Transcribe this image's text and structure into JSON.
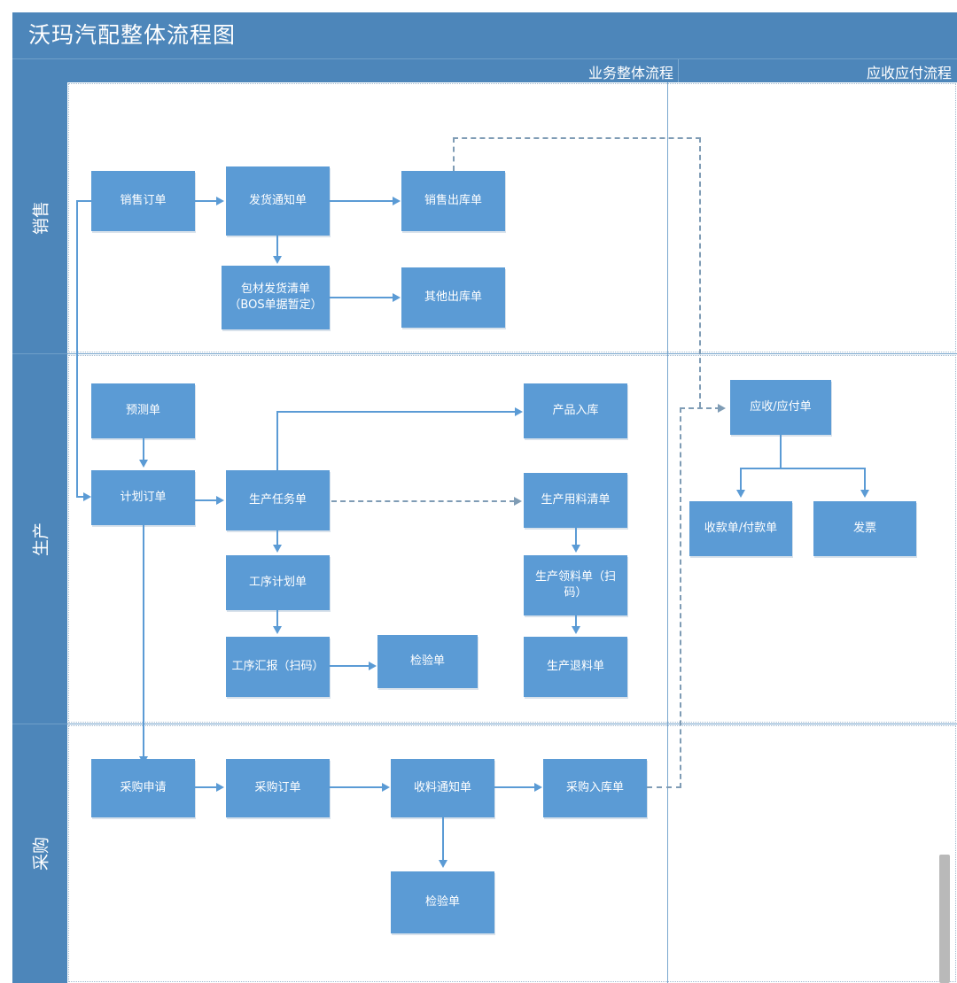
{
  "title": "沃玛汽配整体流程图",
  "columns": [
    {
      "id": "business",
      "label": "业务整体流程"
    },
    {
      "id": "ar_ap",
      "label": "应收应付流程"
    }
  ],
  "lanes": [
    {
      "id": "sales",
      "label": "销售"
    },
    {
      "id": "production",
      "label": "生产"
    },
    {
      "id": "purchase",
      "label": "采购"
    }
  ],
  "nodes": {
    "sales_order": "销售订单",
    "delivery_notice": "发货通知单",
    "sales_outbound": "销售出库单",
    "packing_list": "包材发货清单（BOS单据暂定）",
    "other_outbound": "其他出库单",
    "forecast_order": "预测单",
    "plan_order": "计划订单",
    "production_task": "生产任务单",
    "process_plan": "工序计划单",
    "process_report": "工序汇报（扫码）",
    "inspection_prod": "检验单",
    "product_inbound": "产品入库",
    "production_bom": "生产用料清单",
    "material_issue": "生产领料单（扫码）",
    "material_return": "生产退料单",
    "purchase_request": "采购申请",
    "purchase_order": "采购订单",
    "receiving_notice": "收料通知单",
    "purchase_inbound": "采购入库单",
    "inspection_purchase": "检验单",
    "ar_ap_bill": "应收/应付单",
    "receipt_payment": "收款单/付款单",
    "invoice": "发票"
  },
  "colors": {
    "node_fill": "#5b9bd5",
    "header_band": "#4d86ba",
    "connector": "#5b9bd5",
    "dashed_connector": "#7f9cb5",
    "canvas": "#ffffff",
    "lane_dotted": "#9fb8cf"
  },
  "chart_data": {
    "type": "diagram",
    "title": "沃玛汽配整体流程图",
    "edges": [
      {
        "from": "sales_order",
        "to": "delivery_notice",
        "style": "solid"
      },
      {
        "from": "delivery_notice",
        "to": "sales_outbound",
        "style": "solid"
      },
      {
        "from": "delivery_notice",
        "to": "packing_list",
        "style": "solid"
      },
      {
        "from": "packing_list",
        "to": "other_outbound",
        "style": "solid"
      },
      {
        "from": "sales_outbound",
        "to": "ar_ap_bill",
        "style": "dashed"
      },
      {
        "from": "sales_order",
        "to": "plan_order",
        "style": "solid"
      },
      {
        "from": "forecast_order",
        "to": "plan_order",
        "style": "solid"
      },
      {
        "from": "plan_order",
        "to": "production_task",
        "style": "solid"
      },
      {
        "from": "plan_order",
        "to": "purchase_request",
        "style": "solid"
      },
      {
        "from": "production_task",
        "to": "product_inbound",
        "style": "solid"
      },
      {
        "from": "production_task",
        "to": "production_bom",
        "style": "dashed"
      },
      {
        "from": "production_task",
        "to": "process_plan",
        "style": "solid"
      },
      {
        "from": "process_plan",
        "to": "process_report",
        "style": "solid"
      },
      {
        "from": "process_report",
        "to": "inspection_prod",
        "style": "solid"
      },
      {
        "from": "production_bom",
        "to": "material_issue",
        "style": "solid"
      },
      {
        "from": "material_issue",
        "to": "material_return",
        "style": "solid"
      },
      {
        "from": "purchase_request",
        "to": "purchase_order",
        "style": "solid"
      },
      {
        "from": "purchase_order",
        "to": "receiving_notice",
        "style": "solid"
      },
      {
        "from": "receiving_notice",
        "to": "purchase_inbound",
        "style": "solid"
      },
      {
        "from": "receiving_notice",
        "to": "inspection_purchase",
        "style": "solid"
      },
      {
        "from": "purchase_inbound",
        "to": "ar_ap_bill",
        "style": "dashed"
      },
      {
        "from": "ar_ap_bill",
        "to": "receipt_payment",
        "style": "solid"
      },
      {
        "from": "ar_ap_bill",
        "to": "invoice",
        "style": "solid"
      }
    ]
  }
}
